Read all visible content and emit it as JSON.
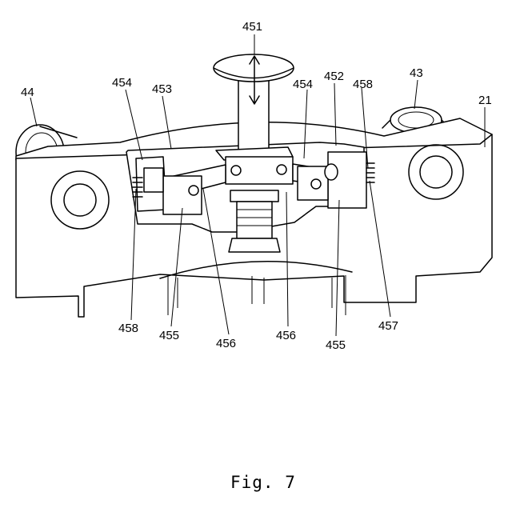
{
  "labels": {
    "l451": "451",
    "l454a": "454",
    "l453": "453",
    "l454b": "454",
    "l452": "452",
    "l458a": "458",
    "l43": "43",
    "l44": "44",
    "l21": "21",
    "l458b": "458",
    "l455a": "455",
    "l456a": "456",
    "l456b": "456",
    "l455b": "455",
    "l457": "457"
  },
  "caption": "Fig. 7"
}
